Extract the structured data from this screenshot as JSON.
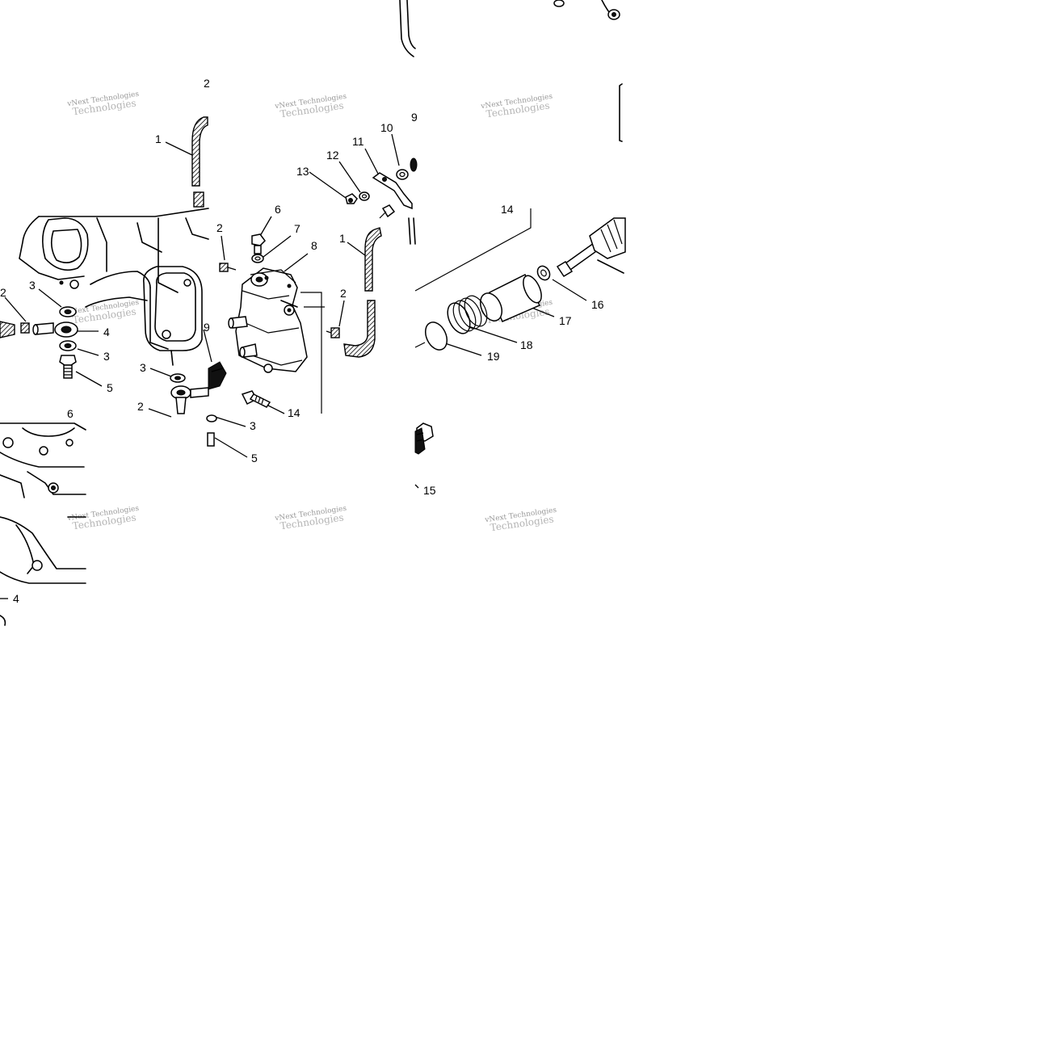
{
  "diagram": {
    "callouts": {
      "c_0": "2",
      "c_1": "1",
      "c_2": "13",
      "c_3": "12",
      "c_4": "11",
      "c_5": "10",
      "c_6": "9",
      "c_7": "6",
      "c_8": "7",
      "c_9": "8",
      "c_10": "2",
      "c_11": "1",
      "c_12": "2",
      "c_13": "14",
      "c_14": "16",
      "c_15": "17",
      "c_16": "18",
      "c_17": "19",
      "c_18": "2",
      "c_19": "3",
      "c_20": "4",
      "c_21": "3",
      "c_22": "5",
      "c_23": "9",
      "c_24": "3",
      "c_25": "2",
      "c_26": "14",
      "c_27": "3",
      "c_28": "5",
      "c_29": "6",
      "c_30": "4",
      "c_31": "15"
    },
    "watermarks": [
      {
        "top": "vNext Technologies",
        "bottom": "Technologies"
      },
      {
        "top": "vNext Technologies",
        "bottom": "Technologies"
      },
      {
        "top": "vNext Technologies",
        "bottom": "Technologies"
      },
      {
        "top": "vNext Technologies",
        "bottom": "Technologies"
      },
      {
        "top": "vNext Technologies",
        "bottom": "Technologies"
      },
      {
        "top": "vNext Technologies",
        "bottom": "Technologies"
      },
      {
        "top": "vNext Technologies",
        "bottom": "Technologies"
      },
      {
        "top": "vNext Technologies",
        "bottom": "Technologies"
      }
    ]
  }
}
